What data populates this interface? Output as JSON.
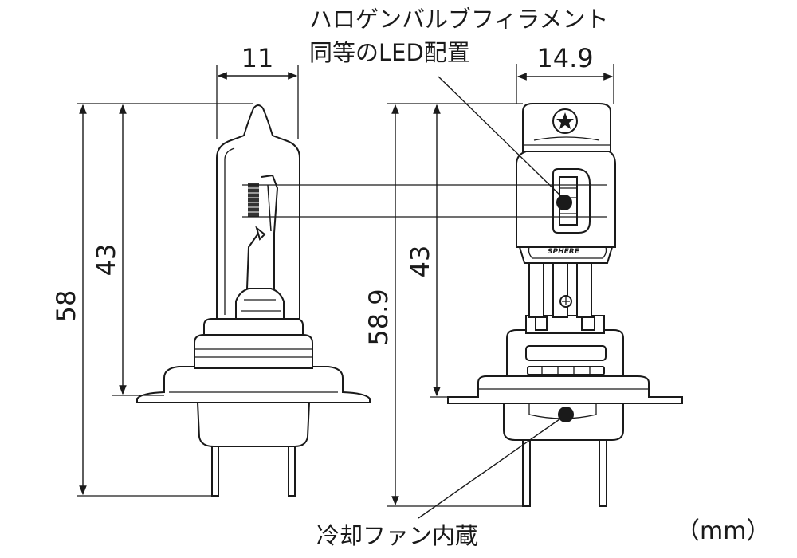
{
  "annotations": {
    "filament_line1": "ハロゲンバルブフィラメント",
    "filament_line2": "同等のLED配置",
    "fan": "冷却ファン内蔵",
    "unit": "（mm）"
  },
  "dimensions": {
    "halogen_width": "11",
    "halogen_height_total": "58",
    "halogen_height_filament": "43",
    "led_width": "14.9",
    "led_height_total": "58.9",
    "led_height_chip": "43"
  },
  "brand_mark": "SPHERE"
}
